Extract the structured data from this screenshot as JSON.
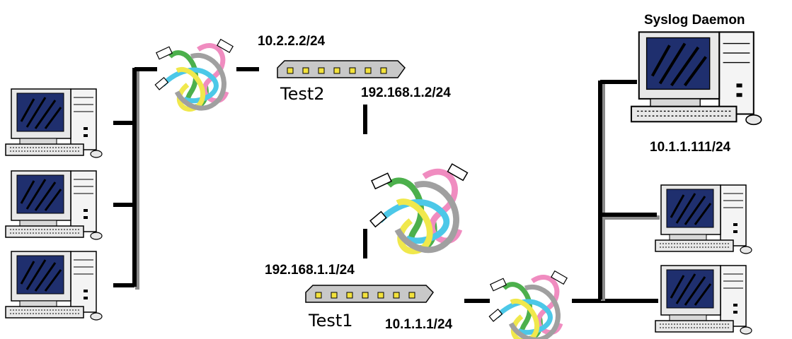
{
  "diagram": {
    "routers": [
      {
        "name": "Test2"
      },
      {
        "name": "Test1"
      }
    ],
    "labels": {
      "test2_lan_ip": "10.2.2.2/24",
      "test2_wan_ip": "192.168.1.2/24",
      "test1_wan_ip": "192.168.1.1/24",
      "test1_lan_ip": "10.1.1.1/24",
      "syslog_title": "Syslog Daemon",
      "syslog_ip": "10.1.1.111/24"
    },
    "colors": {
      "monitor_screen": "#1f2f6e",
      "router_body": "#c8c8c8",
      "port_led": "#f3e23c",
      "cable_green": "#4cb04c",
      "cable_pink": "#f08cc0",
      "cable_cyan": "#4cc8e8",
      "cable_yellow": "#f0e84c",
      "cable_gray": "#a0a0a0"
    }
  }
}
